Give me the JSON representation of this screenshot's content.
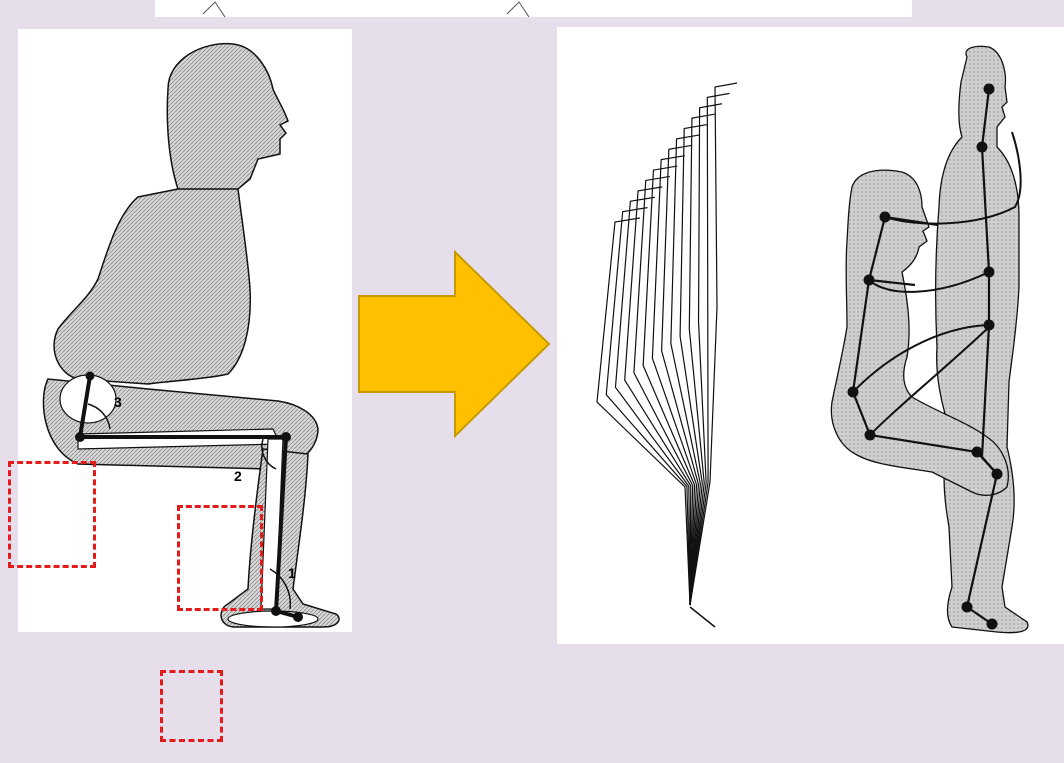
{
  "left_figure": {
    "joint_labels": [
      "3",
      "2",
      "1"
    ]
  },
  "colors": {
    "background": "#e6dfeb",
    "arrow_fill": "#ffc000",
    "arrow_stroke": "#c79a00",
    "highlight_box": "#e31b1b",
    "body_fill": "#cfcfcf",
    "ink": "#111111"
  },
  "icons": [
    "right-arrow-icon"
  ]
}
